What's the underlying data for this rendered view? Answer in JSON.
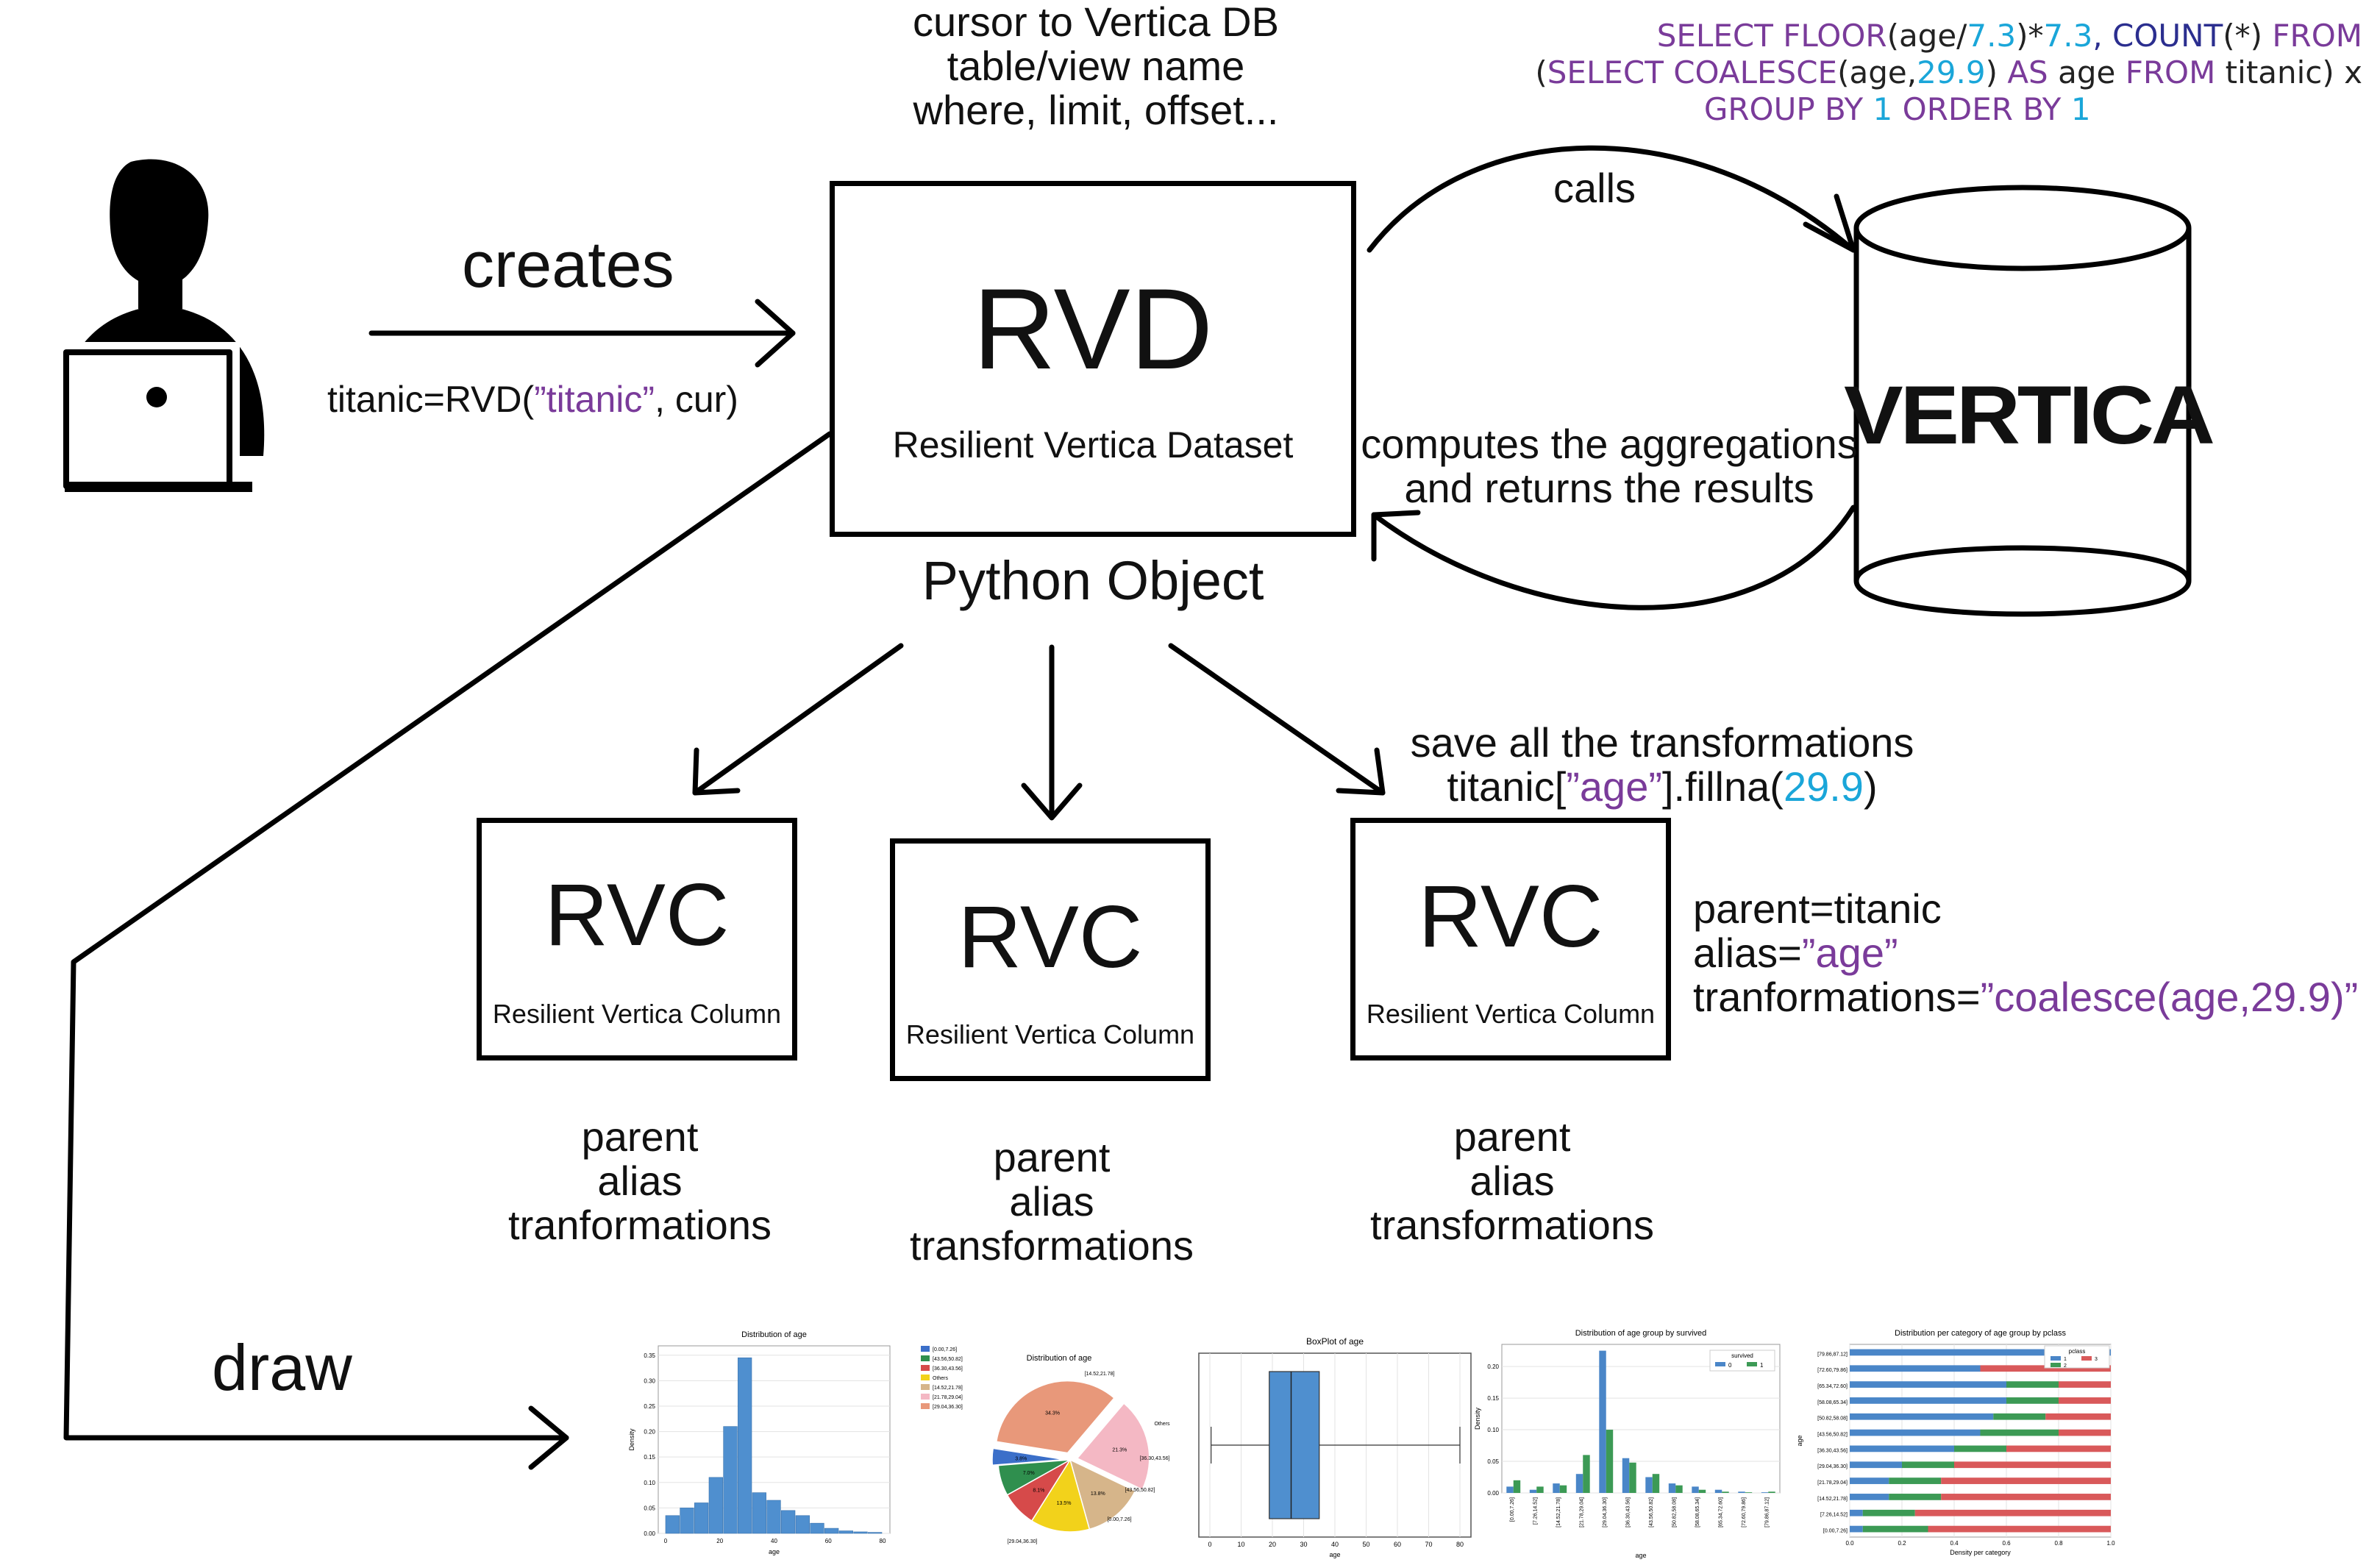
{
  "top_note": {
    "line1": "cursor to Vertica DB",
    "line2": "table/view name",
    "line3": "where, limit, offset..."
  },
  "sql": {
    "l1_a": "SELECT FLOOR",
    "l1_b": "(age/",
    "l1_c": "7.3",
    "l1_d": ")*",
    "l1_e": "7.3",
    "l1_f": ", COUNT",
    "l1_g": "(*) ",
    "l1_h": "FROM",
    "l2_a": "(",
    "l2_b": "SELECT COALESCE",
    "l2_c": "(age,",
    "l2_d": "29.9",
    "l2_e": ") ",
    "l2_f": "AS",
    "l2_g": " age ",
    "l2_h": "FROM",
    "l2_i": " titanic) x",
    "l3_a": "GROUP BY ",
    "l3_b": "1",
    "l3_c": " ORDER BY ",
    "l3_d": "1"
  },
  "user": {
    "creates": "creates",
    "code_a": "titanic=RVD(",
    "code_b": "”titanic”",
    "code_c": ", cur)",
    "draw": "draw"
  },
  "rvd": {
    "title": "RVD",
    "subtitle": "Resilient Vertica Dataset",
    "caption": "Python Object"
  },
  "db": {
    "calls": "calls",
    "returns_1": "computes the aggregations",
    "returns_2": "and returns the results",
    "logo": "VERTICA"
  },
  "rvc_note": {
    "line1": "save all the transformations",
    "line2_a": "titanic[",
    "line2_b": "”age”",
    "line2_c": "].fillna(",
    "line2_d": "29.9",
    "line2_e": ")"
  },
  "rvc_boxes": [
    {
      "title": "RVC",
      "subtitle": "Resilient Vertica Column",
      "p1": "parent",
      "p2": "alias",
      "p3": "tranformations"
    },
    {
      "title": "RVC",
      "subtitle": "Resilient Vertica Column",
      "p1": "parent",
      "p2": "alias",
      "p3": "transformations"
    },
    {
      "title": "RVC",
      "subtitle": "Resilient Vertica Column",
      "p1": "parent",
      "p2": "alias",
      "p3": "transformations"
    }
  ],
  "rvc_attrs": {
    "parent": "parent=titanic",
    "alias_a": "alias=",
    "alias_b": "”age”",
    "trans_a": "tranformations=",
    "trans_b": "”coalesce(age,29.9)”"
  },
  "thumbnails": {
    "hist": {
      "title": "Distribution of age",
      "xlabel": "age",
      "ylabel": "Density",
      "yticks": [
        "0.00",
        "0.05",
        "0.10",
        "0.15",
        "0.20",
        "0.25",
        "0.30",
        "0.35"
      ],
      "xticks": [
        "0",
        "20",
        "40",
        "60",
        "80"
      ],
      "values": [
        0.035,
        0.05,
        0.06,
        0.11,
        0.21,
        0.345,
        0.08,
        0.065,
        0.045,
        0.035,
        0.02,
        0.01,
        0.005,
        0.003,
        0.002
      ]
    },
    "pie": {
      "title": "Distribution of age",
      "legend": [
        "[0.00,7.26]",
        "[43.56,50.82]",
        "[36.30,43.56]",
        "Others",
        "[14.52,21.78]",
        "[21.78,29.04]",
        "[29.04,36.30]"
      ],
      "slice_labels": [
        "34.3%",
        "21.3%",
        "13.8%",
        "13.5%",
        "8.1%",
        "7.0%",
        "3.8%"
      ],
      "outer_labels": [
        "[14.52,21.78]",
        "Others",
        "[36.30,43.56]",
        "[43.56,50.82]",
        "[0.00,7.26]",
        "[29.04,36.30]"
      ],
      "values": [
        34.3,
        21.3,
        13.8,
        13.5,
        8.1,
        7.0,
        3.8
      ],
      "colors": [
        "#e8987a",
        "#f4b8c4",
        "#d6b58a",
        "#f2d21b",
        "#d64a4a",
        "#2f8f4e",
        "#3b6fc9"
      ]
    },
    "box": {
      "title": "BoxPlot of age",
      "xlabel": "age",
      "xticks": [
        "0",
        "10",
        "20",
        "30",
        "40",
        "50",
        "60",
        "70",
        "80"
      ],
      "min": 0.4,
      "q1": 19,
      "median": 26,
      "q3": 35,
      "max": 80
    },
    "grouped": {
      "title": "Distribution of age group by survived",
      "legend_title": "survived",
      "legend": [
        "0",
        "1"
      ],
      "xlabel": "age",
      "ylabel": "Density",
      "yticks": [
        "0.00",
        "0.05",
        "0.10",
        "0.15",
        "0.20"
      ],
      "categories": [
        "[0.00,7.26]",
        "[7.26,14.52]",
        "[14.52,21.78]",
        "[21.78,29.04]",
        "[29.04,36.30]",
        "[36.30,43.56]",
        "[43.56,50.82]",
        "[50.82,58.08]",
        "[58.08,65.34]",
        "[65.34,72.60]",
        "[72.60,79.86]",
        "[79.86,87.12]"
      ],
      "s0": [
        0.01,
        0.005,
        0.015,
        0.03,
        0.225,
        0.055,
        0.025,
        0.015,
        0.01,
        0.005,
        0.002,
        0.001
      ],
      "s1": [
        0.02,
        0.01,
        0.012,
        0.06,
        0.1,
        0.048,
        0.03,
        0.012,
        0.005,
        0.002,
        0.001,
        0.002
      ]
    },
    "stacked": {
      "title": "Distribution per category of age group by pclass",
      "legend_title": "pclass",
      "legend": [
        "1",
        "2",
        "3"
      ],
      "xlabel": "Density per category",
      "ylabel": "age",
      "xticks": [
        "0.0",
        "0.2",
        "0.4",
        "0.6",
        "0.8",
        "1.0"
      ],
      "categories": [
        "[79.86,87.12]",
        "[72.60,79.86]",
        "[65.34,72.60]",
        "[58.08,65.34]",
        "[50.82,58.08]",
        "[43.56,50.82]",
        "[36.30,43.56]",
        "[29.04,36.30]",
        "[21.78,29.04]",
        "[14.52,21.78]",
        "[7.26,14.52]",
        "[0.00,7.26]"
      ],
      "p1": [
        1.0,
        0.5,
        0.6,
        0.6,
        0.55,
        0.5,
        0.4,
        0.2,
        0.15,
        0.15,
        0.05,
        0.05
      ],
      "p2": [
        0.0,
        0.0,
        0.2,
        0.2,
        0.2,
        0.3,
        0.2,
        0.2,
        0.2,
        0.2,
        0.2,
        0.25
      ],
      "colors": [
        "#4a86c8",
        "#3c9a55",
        "#d9595a"
      ]
    }
  }
}
